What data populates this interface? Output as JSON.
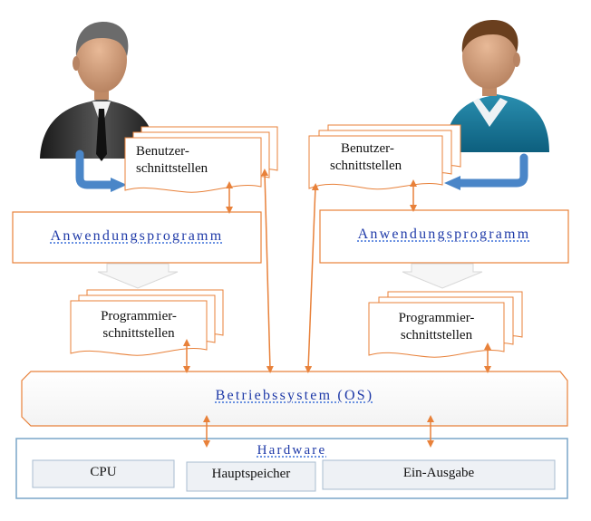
{
  "left": {
    "ui_line1": "Benutzer-",
    "ui_line2": "schnittstellen",
    "app": "Anwendungsprogramm",
    "api_line1": "Programmier-",
    "api_line2": "schnittstellen"
  },
  "right": {
    "ui_line1": "Benutzer-",
    "ui_line2": "schnittstellen",
    "app": "Anwendungsprogramm",
    "api_line1": "Programmier-",
    "api_line2": "schnittstellen"
  },
  "os": "Betriebssystem (OS)",
  "hardware": {
    "title": "Hardware",
    "items": [
      "CPU",
      "Hauptspeicher",
      "Ein-Ausgabe"
    ]
  },
  "colors": {
    "orange": "#e8813a",
    "arrow_blue": "#4a86c8",
    "hw_border": "#7aa6c8",
    "link_blue": "#1f3aa8"
  },
  "icons": {
    "left_user": "businessman-icon",
    "right_user": "casual-user-icon"
  }
}
